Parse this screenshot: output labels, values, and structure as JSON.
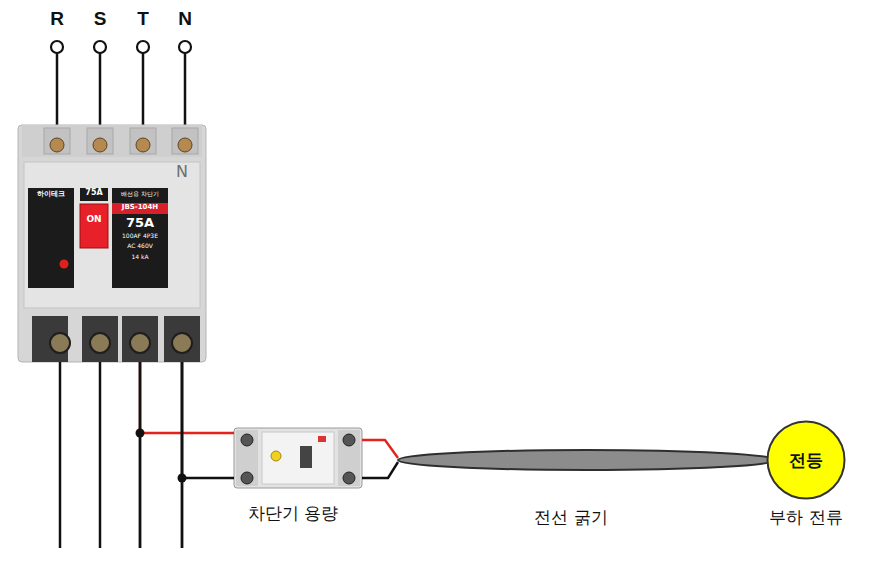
{
  "diagram": {
    "nodes": [
      {
        "text": [
          "하이테크",
          "75A",
          "ON",
          "배선용 차단기",
          "JBS-104H",
          "75A",
          "100AF 4P3E",
          "AC 460V",
          "14 kA",
          "N"
        ]
      },
      {
        "text": [
          "차단기 용량"
        ]
      },
      {
        "text": [
          "전선 굵기"
        ]
      },
      {
        "text": [
          "전등",
          "부하 전류"
        ]
      }
    ],
    "edges": [
      {
        "from": 0,
        "to": 1,
        "arrow": "none"
      },
      {
        "from": 0,
        "to": 1,
        "arrow": "none"
      },
      {
        "from": 1,
        "to": 2,
        "arrow": "none"
      },
      {
        "from": 1,
        "to": 2,
        "arrow": "none"
      }
    ],
    "labels": [
      "R",
      "S",
      "T",
      "N"
    ]
  }
}
